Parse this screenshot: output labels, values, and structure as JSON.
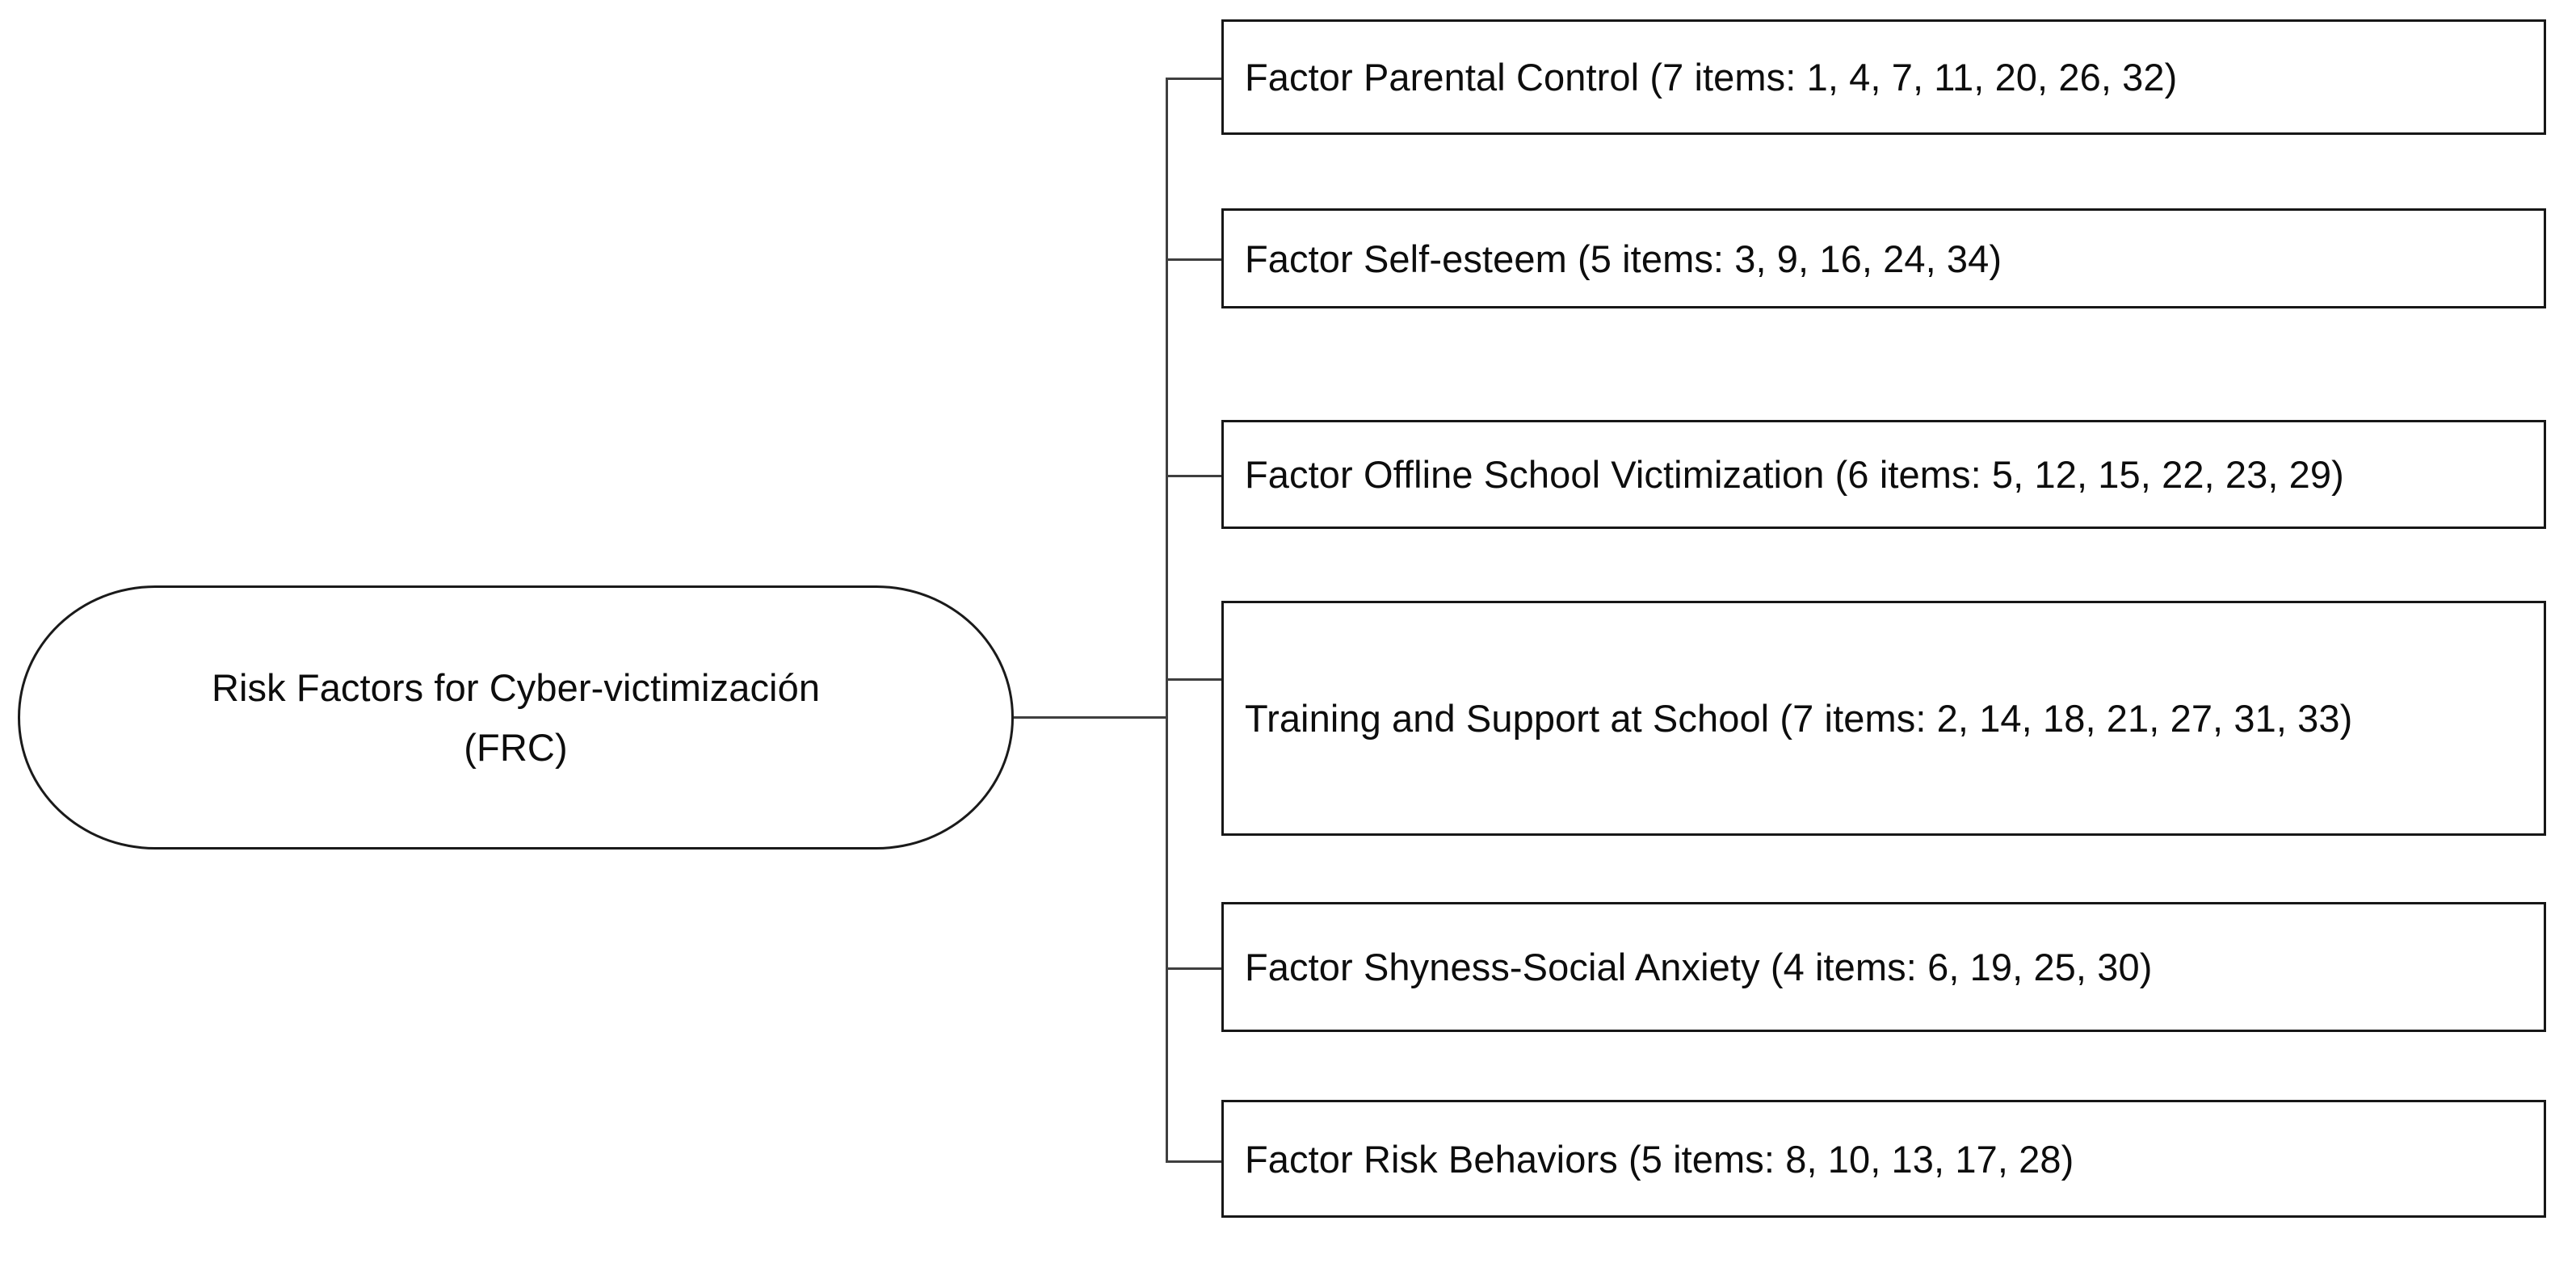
{
  "diagram": {
    "title": "Risk Factors for Cyber-victimización (FRC)",
    "type": "hierarchy-tree",
    "root": {
      "label": "Risk Factors for Cyber-victimización\n(FRC)",
      "shape": "rounded-oval",
      "border_color": "#1a1a1a",
      "fill_color": "#ffffff"
    },
    "connector_color": "#3f3f3f",
    "branches": [
      {
        "id": "parental-control",
        "label": "Factor Parental Control (7 items: 1, 4, 7, 11, 20, 26, 32)",
        "factor_name": "Factor Parental Control",
        "item_count": 7,
        "items": [
          1,
          4,
          7,
          11,
          20,
          26,
          32
        ]
      },
      {
        "id": "self-esteem",
        "label": "Factor Self-esteem (5 items: 3, 9, 16, 24, 34)",
        "factor_name": "Factor Self-esteem",
        "item_count": 5,
        "items": [
          3,
          9,
          16,
          24,
          34
        ]
      },
      {
        "id": "offline-school-victimization",
        "label": "Factor Offline School Victimization (6 items: 5, 12, 15, 22, 23, 29)",
        "factor_name": "Factor Offline School Victimization",
        "item_count": 6,
        "items": [
          5,
          12,
          15,
          22,
          23,
          29
        ]
      },
      {
        "id": "training-and-support-at-school",
        "label": "Training and Support at School (7 items: 2, 14, 18, 21, 27, 31, 33)",
        "factor_name": "Training and Support at School",
        "item_count": 7,
        "items": [
          2,
          14,
          18,
          21,
          27,
          31,
          33
        ]
      },
      {
        "id": "shyness-social-anxiety",
        "label": "Factor Shyness-Social Anxiety (4 items: 6, 19, 25, 30)",
        "factor_name": "Factor Shyness-Social Anxiety",
        "item_count": 4,
        "items": [
          6,
          19,
          25,
          30
        ]
      },
      {
        "id": "risk-behaviors",
        "label": "Factor Risk Behaviors (5 items: 8, 10, 13, 17, 28)",
        "factor_name": "Factor Risk Behaviors",
        "item_count": 5,
        "items": [
          8,
          10,
          13,
          17,
          28
        ]
      }
    ]
  }
}
